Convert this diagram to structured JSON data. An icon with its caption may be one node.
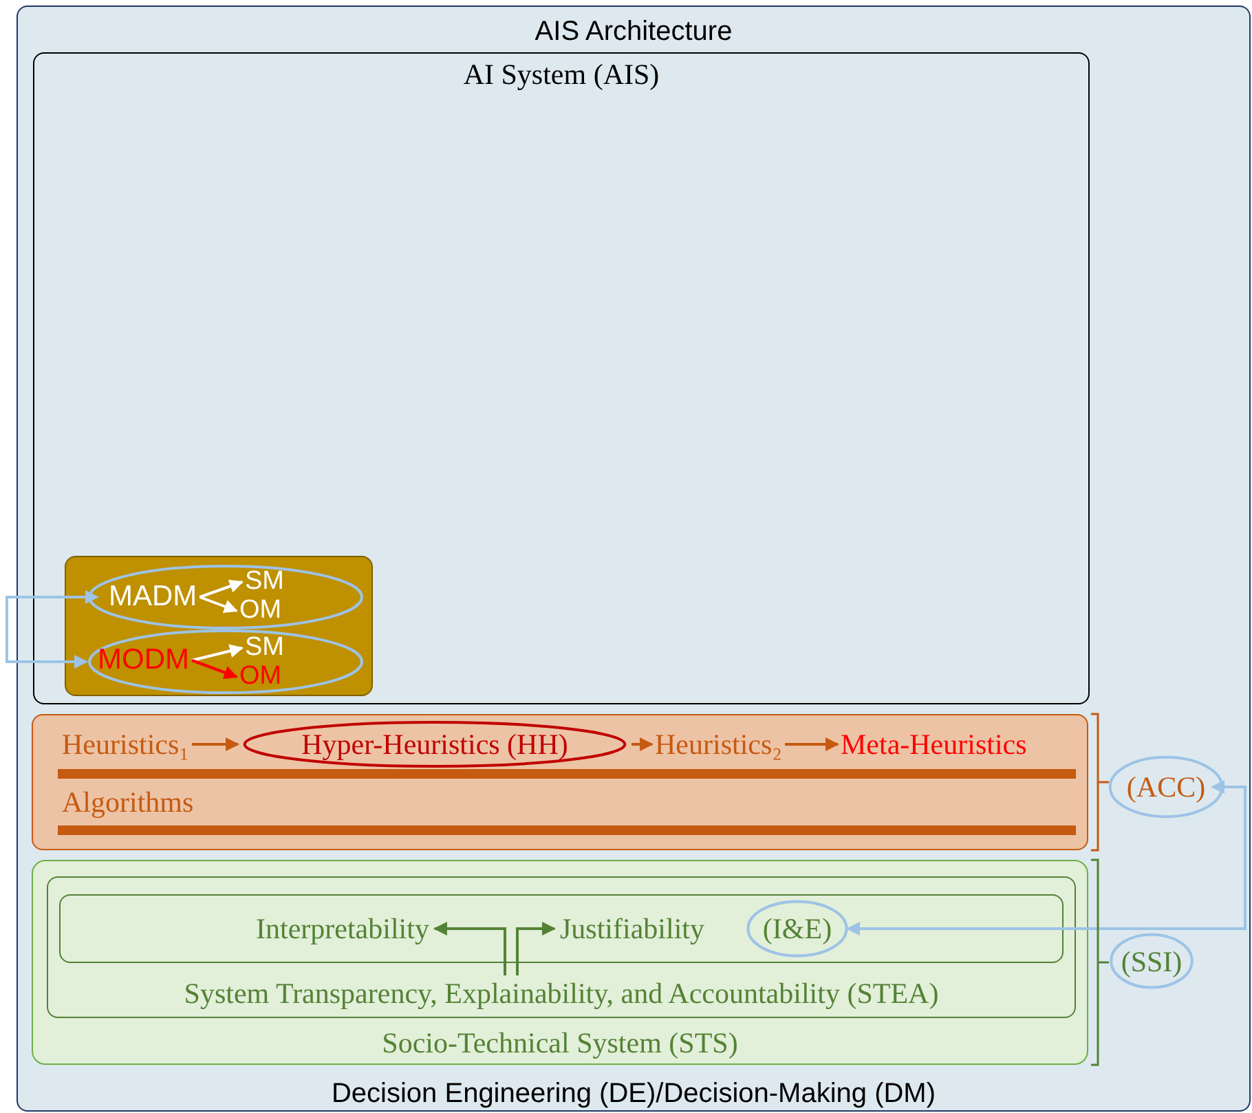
{
  "diagram": {
    "nodes": [
      {
        "text": [
          "AIS Architecture",
          "Decision Engineering (DE)/Decision-Making (DM)"
        ]
      },
      {
        "text": [
          "AI System (AIS)"
        ],
        "in": 0
      },
      {
        "text": [],
        "shape": "box",
        "in": 1
      },
      {
        "text": [],
        "shape": "ellipse",
        "in": 2
      },
      {
        "text": [
          "MADM"
        ],
        "in": 3
      },
      {
        "text": [
          "SM"
        ],
        "in": 3
      },
      {
        "text": [
          "OM"
        ],
        "in": 3
      },
      {
        "text": [],
        "shape": "ellipse",
        "in": 2
      },
      {
        "text": [
          "MODM"
        ],
        "in": 7
      },
      {
        "text": [
          "SM"
        ],
        "in": 7
      },
      {
        "text": [
          "OM"
        ],
        "in": 7
      },
      {
        "text": [],
        "shape": "box",
        "in": 0
      },
      {
        "text": [
          "Heuristics₁"
        ],
        "in": 11
      },
      {
        "text": [
          "Hyper-Heuristics (HH)"
        ],
        "in": 11
      },
      {
        "text": [
          "Heuristics₂"
        ],
        "in": 11
      },
      {
        "text": [
          "Meta-Heuristics"
        ],
        "in": 11
      },
      {
        "text": [
          "Algorithms"
        ],
        "in": 11
      },
      {
        "text": [
          "(ACC)"
        ],
        "in": 0
      },
      {
        "text": [
          "Socio-Technical System (STS)"
        ],
        "in": 0
      },
      {
        "text": [
          "System Transparency, Explainability, and Accountability (STEA)"
        ],
        "in": 18
      },
      {
        "text": [],
        "shape": "box",
        "in": 19
      },
      {
        "text": [
          "Interpretability"
        ],
        "in": 20
      },
      {
        "text": [
          "Justifiability"
        ],
        "in": 20
      },
      {
        "text": [
          "(I&E)"
        ],
        "in": 20
      },
      {
        "text": [
          "(SSI)"
        ],
        "in": 0
      }
    ],
    "edges": [
      {
        "from": 4,
        "to": 5,
        "arrow": "to",
        "color": "#ffffff"
      },
      {
        "from": 4,
        "to": 6,
        "arrow": "to",
        "color": "#ffffff"
      },
      {
        "from": 8,
        "to": 9,
        "arrow": "to",
        "color": "#ffffff"
      },
      {
        "from": 8,
        "to": 10,
        "arrow": "to",
        "color": "#ff0000"
      },
      {
        "from": 3,
        "to": 7,
        "arrow": "both",
        "color": "#9dc3e6"
      },
      {
        "from": 12,
        "to": 13,
        "arrow": "to",
        "color": "#c55a11"
      },
      {
        "from": 13,
        "to": 14,
        "arrow": "to",
        "color": "#c55a11"
      },
      {
        "from": 14,
        "to": 15,
        "arrow": "to",
        "color": "#c55a11"
      },
      {
        "from": null,
        "to": 21,
        "arrow": "to",
        "color": "#548235"
      },
      {
        "from": null,
        "to": 22,
        "arrow": "to",
        "color": "#548235"
      },
      {
        "from": 17,
        "to": 23,
        "arrow": "both",
        "color": "#9dc3e6"
      }
    ]
  }
}
